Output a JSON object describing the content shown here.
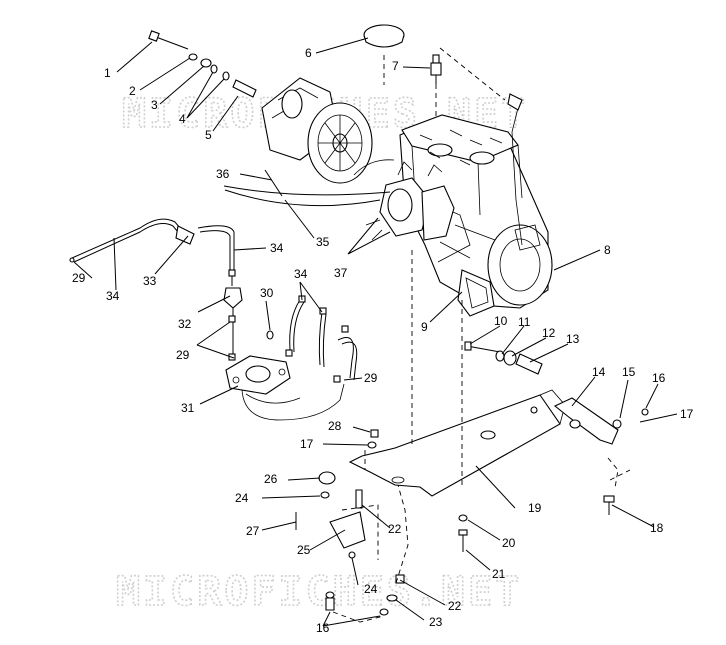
{
  "watermarks": [
    "MICROFICHES.NET",
    "MICROFICHES.NET"
  ],
  "callouts": [
    {
      "label": "1"
    },
    {
      "label": "2"
    },
    {
      "label": "3"
    },
    {
      "label": "4"
    },
    {
      "label": "5"
    },
    {
      "label": "6"
    },
    {
      "label": "7"
    },
    {
      "label": "8"
    },
    {
      "label": "9"
    },
    {
      "label": "10"
    },
    {
      "label": "11"
    },
    {
      "label": "12"
    },
    {
      "label": "13"
    },
    {
      "label": "14"
    },
    {
      "label": "15"
    },
    {
      "label": "16"
    },
    {
      "label": "17"
    },
    {
      "label": "17"
    },
    {
      "label": "18"
    },
    {
      "label": "19"
    },
    {
      "label": "20"
    },
    {
      "label": "21"
    },
    {
      "label": "22"
    },
    {
      "label": "22"
    },
    {
      "label": "23"
    },
    {
      "label": "24"
    },
    {
      "label": "24"
    },
    {
      "label": "25"
    },
    {
      "label": "26"
    },
    {
      "label": "27"
    },
    {
      "label": "28"
    },
    {
      "label": "16"
    },
    {
      "label": "29"
    },
    {
      "label": "29"
    },
    {
      "label": "29"
    },
    {
      "label": "30"
    },
    {
      "label": "31"
    },
    {
      "label": "32"
    },
    {
      "label": "33"
    },
    {
      "label": "34"
    },
    {
      "label": "34"
    },
    {
      "label": "34"
    },
    {
      "label": "35"
    },
    {
      "label": "36"
    },
    {
      "label": "37"
    }
  ]
}
